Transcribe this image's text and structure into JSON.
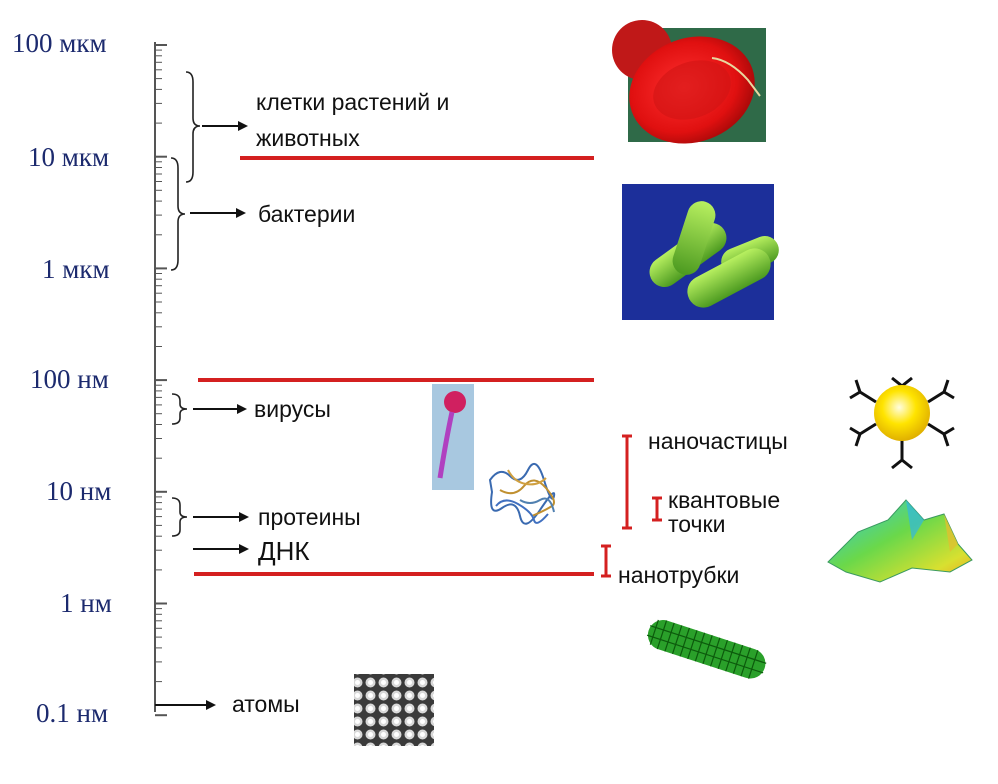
{
  "scale": {
    "labels": [
      "100 мкм",
      "10 мкм",
      "1 мкм",
      "100 нм",
      "10 нм",
      "1 нм",
      "0.1 нм"
    ]
  },
  "objects": {
    "cells_line1": "клетки растений и",
    "cells_line2": "животных",
    "bacteria": "бактерии",
    "viruses": "вирусы",
    "proteins": "протеины",
    "dna": "ДНК",
    "atoms": "атомы"
  },
  "nano": {
    "nanoparticles": "наночастицы",
    "quantum_dots_line1": "квантовые",
    "quantum_dots_line2": "точки",
    "nanotubes": "нанотрубки"
  },
  "colors": {
    "accent_red": "#d42020",
    "scale_text": "#1c2a6e"
  },
  "icons": {
    "red_blood_cell": "red-blood-cell-image",
    "bacteria": "bacteria-image",
    "virus": "virus-image",
    "protein": "protein-image",
    "nanoparticle": "nanoparticle-image",
    "quantum_dot": "quantum-dot-image",
    "nanotube": "nanotube-image",
    "atoms_lattice": "atom-lattice-image"
  }
}
